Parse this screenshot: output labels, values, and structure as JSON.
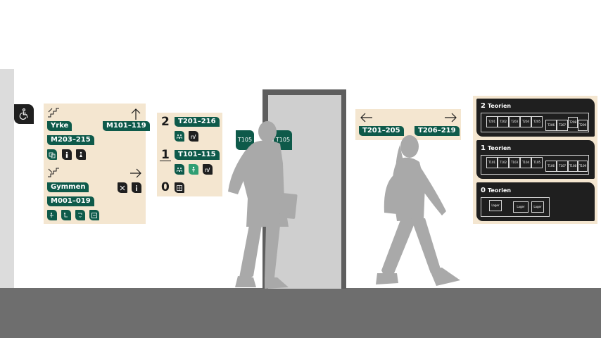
{
  "signs": {
    "left": {
      "top_label": "Yrke",
      "top_range": "M203–215",
      "top_right_range": "M101–119",
      "bottom_label": "Gymmen",
      "bottom_range": "M001–019"
    },
    "floors": {
      "f2_num": "2",
      "f2_range": "T201–216",
      "f1_num": "1",
      "f1_range": "T101–115",
      "f0_num": "0"
    },
    "door": {
      "tag_left": "T105",
      "tag_right": "T105"
    },
    "arrows": {
      "left_range": "T201–205",
      "right_range": "T206–219"
    },
    "boards": {
      "b2_num": "2",
      "b2_title": "Teorien",
      "b2_rooms": [
        "T201",
        "T202",
        "T203",
        "T204",
        "T205"
      ],
      "b2_rooms_lower": [
        "T206",
        "T207",
        "T208",
        "T209"
      ],
      "b1_num": "1",
      "b1_title": "Teorien",
      "b1_rooms": [
        "T101",
        "T102",
        "T103",
        "T104",
        "T105"
      ],
      "b1_rooms_lower": [
        "T106",
        "T107",
        "T108",
        "T109"
      ],
      "b0_num": "0",
      "b0_title": "Teorien",
      "b0_rooms": [
        "Lager",
        "Lager",
        "Lager"
      ]
    }
  },
  "icons": {
    "accessibility": "wheelchair-icon",
    "stairs": "stairs-icon",
    "arrow_up": "arrow-up-icon",
    "arrow_right": "arrow-right-icon",
    "arrow_left": "arrow-left-icon"
  },
  "colors": {
    "sign_green": "#0e5a4a",
    "sign_mint": "#2f9e73",
    "sign_dark": "#1f1f1f",
    "panel_beige": "#f4e6d0",
    "floor_grey": "#6e6e6e",
    "silhouette": "#a9a9a9"
  }
}
